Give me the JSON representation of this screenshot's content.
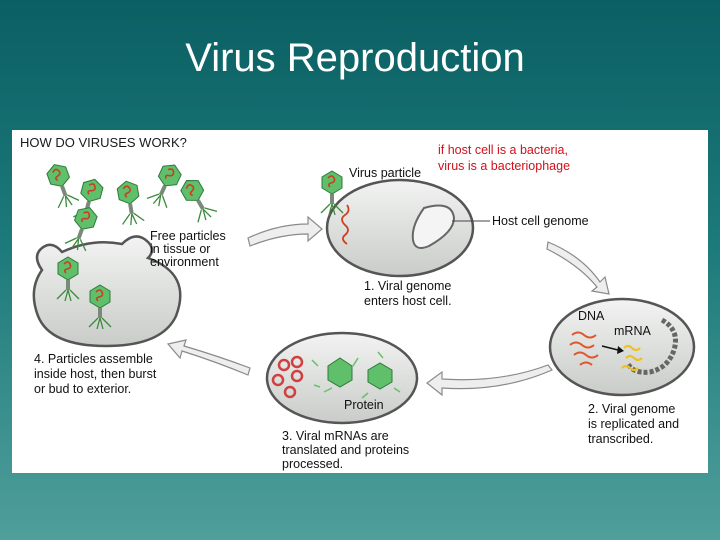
{
  "slide": {
    "title": "Virus Reproduction"
  },
  "diagram": {
    "heading": "HOW DO VIRUSES WORK?",
    "note_line1": "if host cell is a bacteria,",
    "note_line2": "virus is a bacteriophage",
    "labels": {
      "virus_particle": "Virus particle",
      "host_genome": "Host cell genome",
      "free_particles": [
        "Free particles",
        "in tissue or",
        "environment"
      ],
      "dna": "DNA",
      "mrna": "mRNA",
      "protein": "Protein"
    },
    "steps": {
      "step1": [
        "1. Viral genome",
        "enters host cell."
      ],
      "step2": [
        "2. Viral genome",
        "is replicated and",
        "transcribed."
      ],
      "step3": [
        "3. Viral mRNAs are",
        "translated and proteins",
        "processed."
      ],
      "step4": [
        "4. Particles assemble",
        "inside host, then burst",
        "or bud to exterior."
      ]
    },
    "colors": {
      "cell_fill": "#d9dbd9",
      "cell_border": "#555555",
      "capsid": "#5fbf6a",
      "genome": "#e0552a",
      "mrna": "#f0c020",
      "note_red": "#d0101a"
    }
  }
}
